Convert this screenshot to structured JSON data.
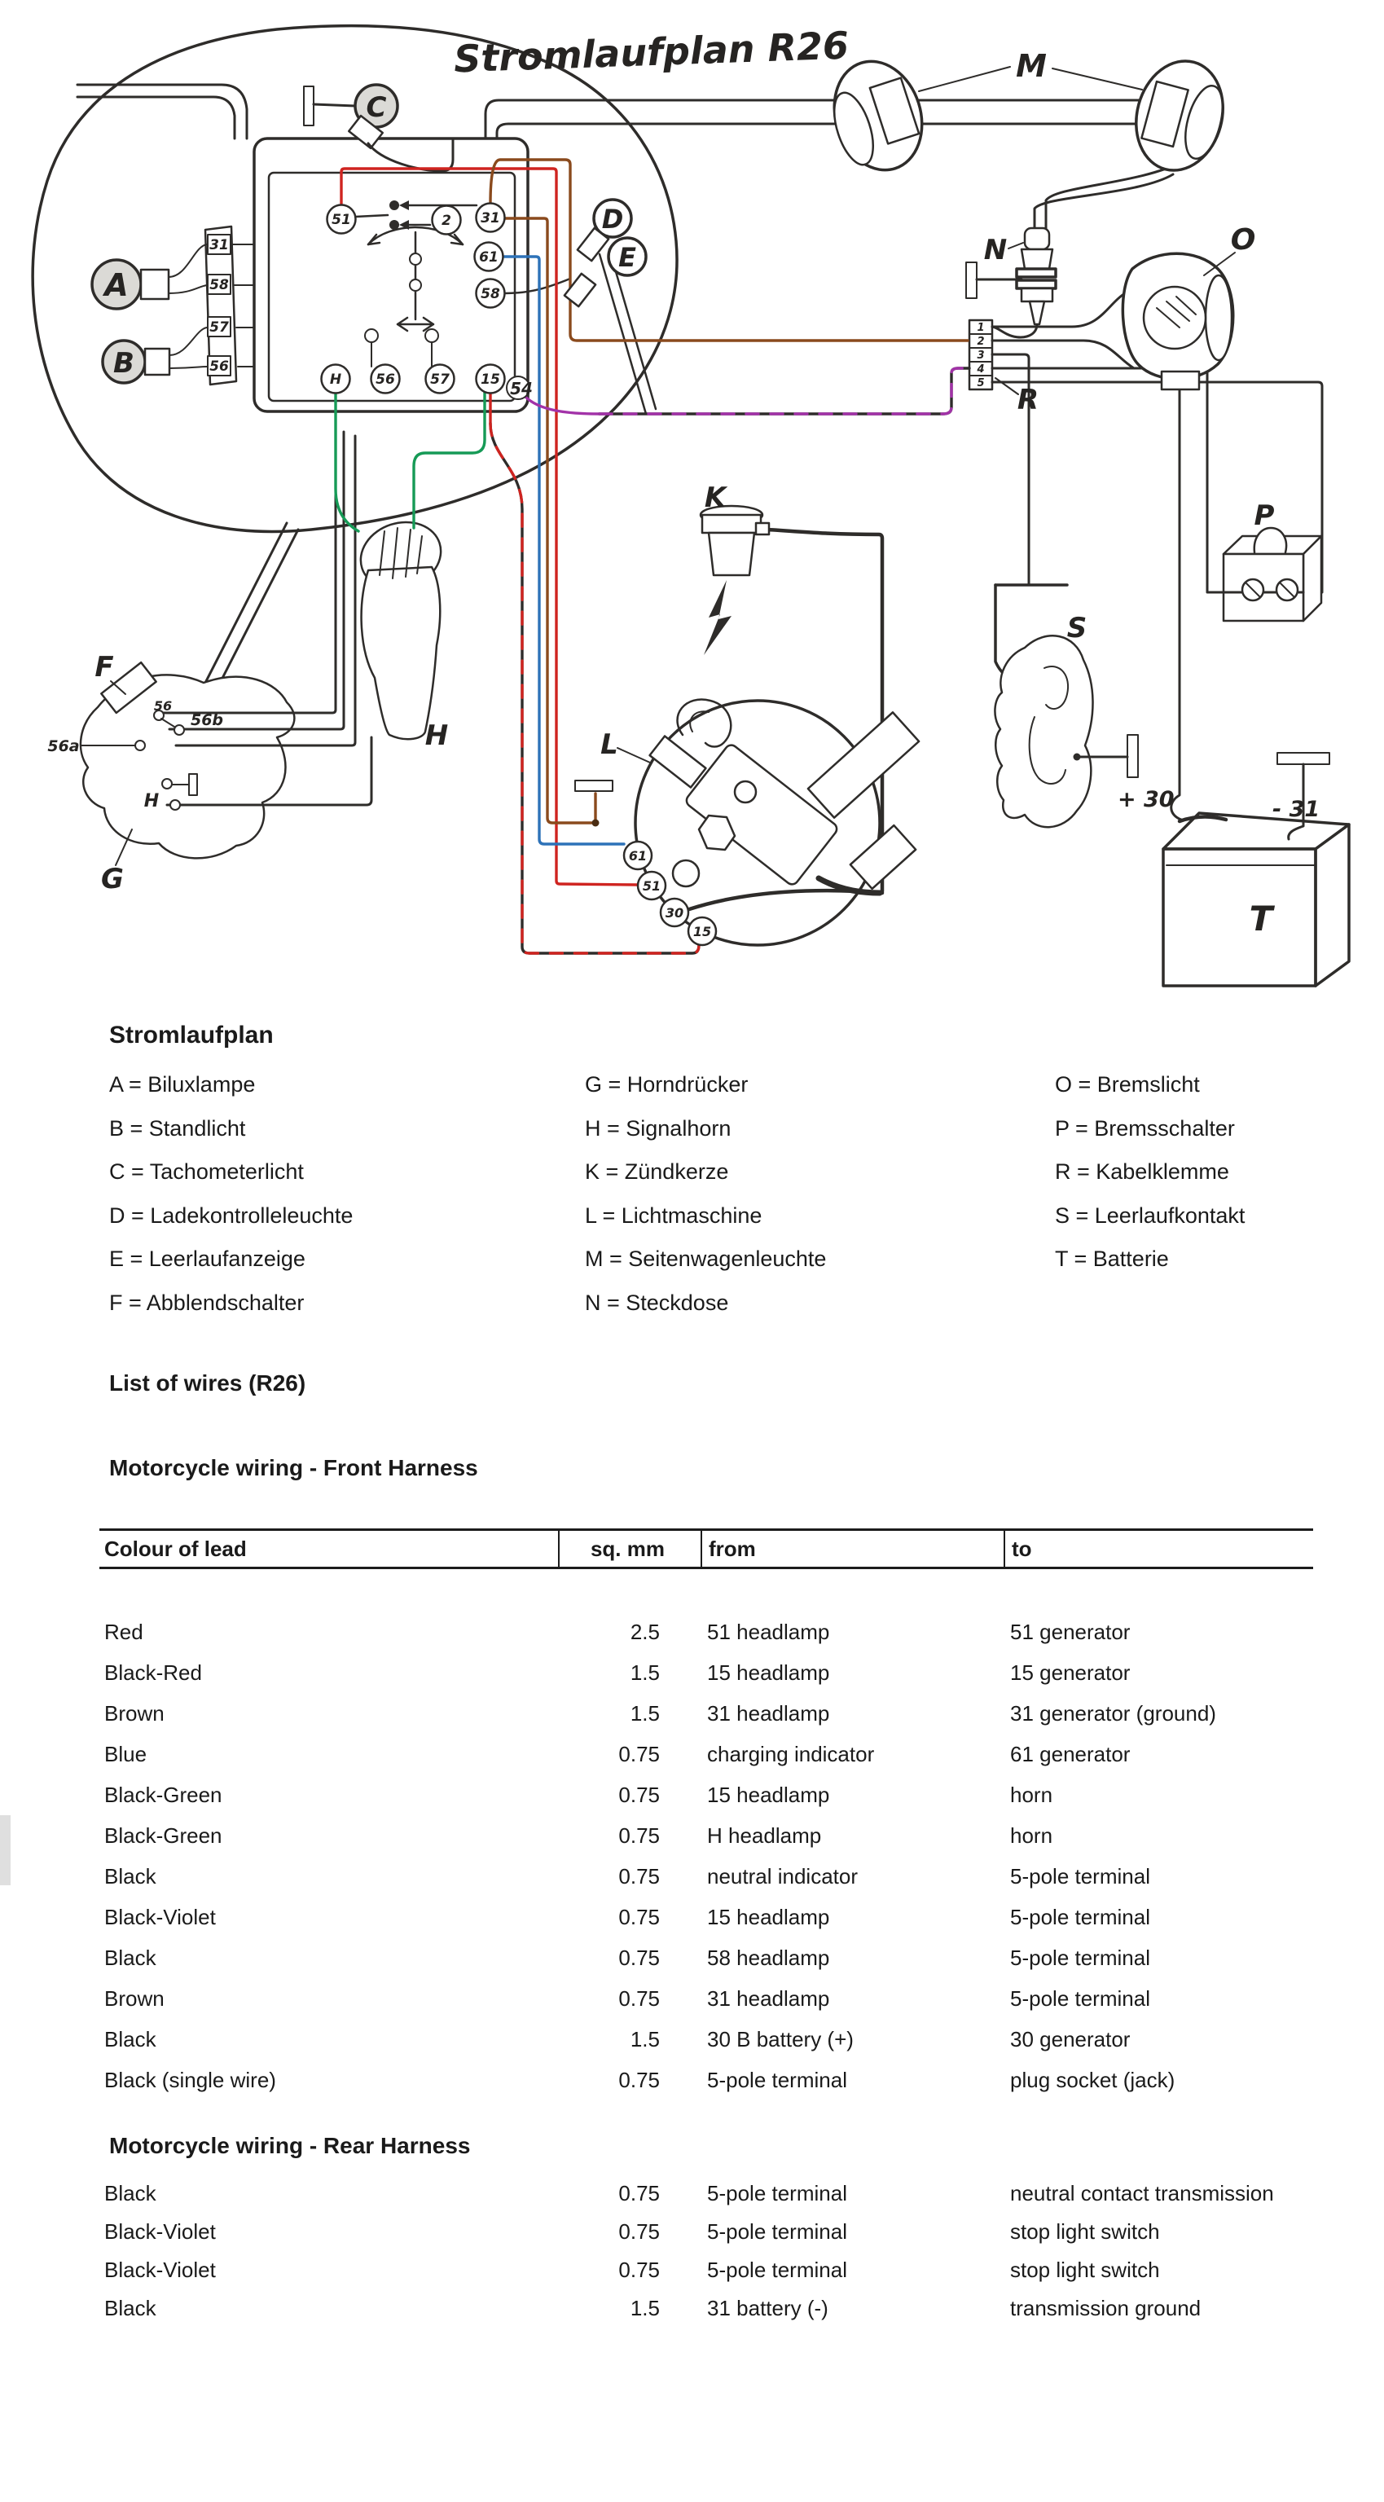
{
  "diagram": {
    "title": "Stromlaufplan R26",
    "labels": {
      "A": "A",
      "B": "B",
      "C": "C",
      "D": "D",
      "E": "E",
      "F": "F",
      "G": "G",
      "H": "H",
      "K": "K",
      "L": "L",
      "M": "M",
      "N": "N",
      "O": "O",
      "P": "P",
      "R": "R",
      "S": "S",
      "T": "T"
    },
    "headlamp_strip": [
      "31",
      "58",
      "57",
      "56"
    ],
    "switch_top": [
      "51",
      "2",
      "31",
      "61",
      "58"
    ],
    "switch_bottom": [
      "H",
      "56",
      "57",
      "15"
    ],
    "t54": "54",
    "generator_terminals": [
      "61",
      "51",
      "30",
      "15"
    ],
    "terminal_block": [
      "1",
      "2",
      "3",
      "4",
      "5"
    ],
    "handlebar": {
      "a": "56a",
      "mid": "56",
      "b": "56b",
      "h": "H"
    },
    "battery": {
      "plus": "+ 30",
      "minus": "- 31",
      "label": "T"
    },
    "wire_colors": {
      "red": "#cf2420",
      "brown": "#8a4a1d",
      "blue": "#2d72b8",
      "green": "#169a56",
      "violet": "#a232a8",
      "black": "#2e2c2a"
    }
  },
  "legend": {
    "title": "Stromlaufplan",
    "columns": [
      [
        "A = Biluxlampe",
        "B = Standlicht",
        "C = Tachometerlicht",
        "D = Ladekontrolleleuchte",
        "E = Leerlaufanzeige",
        "F = Abblendschalter"
      ],
      [
        "G = Horndrücker",
        "H = Signalhorn",
        "K = Zündkerze",
        "L = Lichtmaschine",
        "M = Seitenwagenleuchte",
        "N = Steckdose"
      ],
      [
        "O =  Bremslicht",
        "P = Bremsschalter",
        "R = Kabelklemme",
        "S = Leerlaufkontakt",
        "T = Batterie"
      ]
    ]
  },
  "wire_list": {
    "title": "List of wires (R26)",
    "front_heading": "Motorcycle wiring - Front Harness",
    "rear_heading": "Motorcycle wiring - Rear Harness",
    "columns": [
      "Colour of lead",
      "sq. mm",
      "from",
      "to"
    ],
    "front_rows": [
      [
        "Red",
        "2.5",
        "51 headlamp",
        "51 generator"
      ],
      [
        "Black-Red",
        "1.5",
        "15 headlamp",
        "15 generator"
      ],
      [
        "Brown",
        "1.5",
        "31 headlamp",
        "31 generator (ground)"
      ],
      [
        "Blue",
        "0.75",
        "charging indicator",
        "61 generator"
      ],
      [
        "Black-Green",
        "0.75",
        "15 headlamp",
        "horn"
      ],
      [
        "Black-Green",
        "0.75",
        "H headlamp",
        "horn"
      ],
      [
        "Black",
        "0.75",
        "neutral indicator",
        "5-pole terminal"
      ],
      [
        "Black-Violet",
        "0.75",
        "15 headlamp",
        "5-pole terminal"
      ],
      [
        "Black",
        "0.75",
        "58 headlamp",
        "5-pole terminal"
      ],
      [
        "Brown",
        "0.75",
        "31 headlamp",
        "5-pole terminal"
      ],
      [
        "Black",
        "1.5",
        "30 B battery (+)",
        "30 generator"
      ],
      [
        "Black (single wire)",
        "0.75",
        "5-pole terminal",
        "plug socket (jack)"
      ]
    ],
    "rear_rows": [
      [
        "Black",
        "0.75",
        "5-pole terminal",
        "neutral contact transmission"
      ],
      [
        "Black-Violet",
        "0.75",
        "5-pole terminal",
        "stop light switch"
      ],
      [
        "Black-Violet",
        "0.75",
        "5-pole terminal",
        "stop light switch"
      ],
      [
        "Black",
        "1.5",
        "31 battery (-)",
        "transmission ground"
      ]
    ]
  }
}
